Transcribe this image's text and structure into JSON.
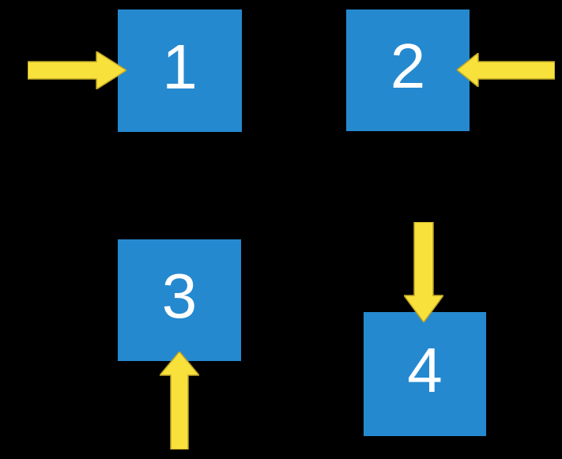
{
  "background": "#000000",
  "colors": {
    "background": "#000000",
    "square_fill": "#2589CF",
    "label_color": "#FFFFFF",
    "arrow_fill": "#F8E13B",
    "arrow_stroke": "#BCA227"
  },
  "diagram": {
    "description": "Four blue numbered squares on a black background, each with a yellow block arrow pointing into one of its sides",
    "items": [
      {
        "label": "1",
        "arrow_direction": "right",
        "arrow_side": "left-of-square",
        "quadrant": "top-left"
      },
      {
        "label": "2",
        "arrow_direction": "left",
        "arrow_side": "right-of-square",
        "quadrant": "top-right"
      },
      {
        "label": "3",
        "arrow_direction": "up",
        "arrow_side": "below-square",
        "quadrant": "bottom-left"
      },
      {
        "label": "4",
        "arrow_direction": "down",
        "arrow_side": "above-square",
        "quadrant": "bottom-right"
      }
    ]
  }
}
